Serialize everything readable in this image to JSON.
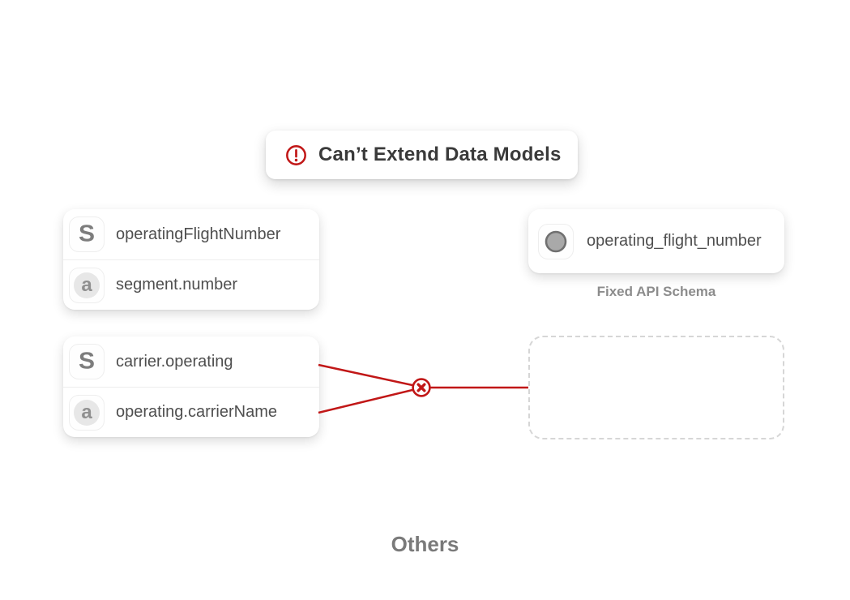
{
  "colors": {
    "error_red": "#c11717",
    "title_text": "#3a3a3a",
    "row_text": "#4f4f4f",
    "muted_text": "#8c8c8c"
  },
  "title": {
    "label": "Can’t Extend Data Models",
    "icon": "alert-circle-icon"
  },
  "source_groups": [
    {
      "rows": [
        {
          "icon": "sabre-s-icon",
          "glyph": "S",
          "label": "operatingFlightNumber"
        },
        {
          "icon": "amadeus-a-icon",
          "glyph": "a",
          "label": "segment.number"
        }
      ]
    },
    {
      "rows": [
        {
          "icon": "sabre-s-icon",
          "glyph": "S",
          "label": "carrier.operating"
        },
        {
          "icon": "amadeus-a-icon",
          "glyph": "a",
          "label": "operating.carrierName"
        }
      ]
    }
  ],
  "api": {
    "icon": "gray-circle-icon",
    "field_label": "operating_flight_number",
    "caption": "Fixed API Schema"
  },
  "junction": {
    "icon": "error-x-icon"
  },
  "footer": {
    "label": "Others"
  }
}
